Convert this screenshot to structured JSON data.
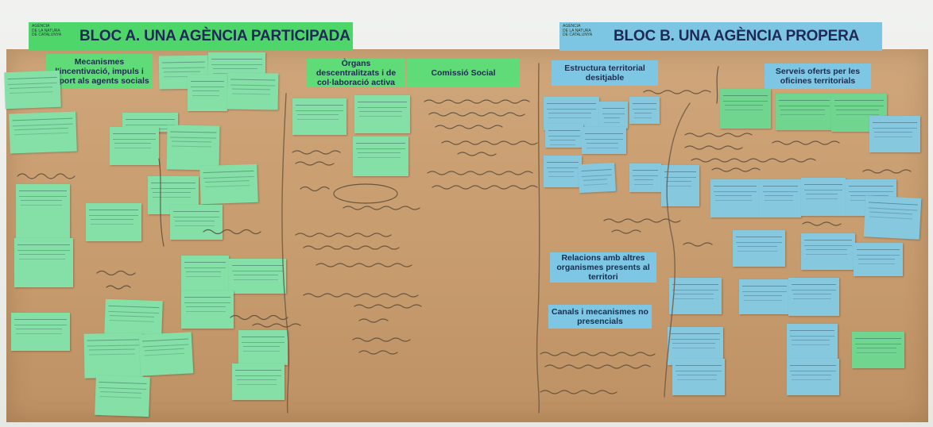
{
  "bloc_a": {
    "logo_lines": [
      "AGÈNCIA",
      "DE LA NATURA",
      "DE CATALUNYA"
    ],
    "title": "BLOC A. UNA AGÈNCIA  PARTICIPADA"
  },
  "bloc_b": {
    "logo_lines": [
      "AGÈNCIA",
      "DE LA NATURA",
      "DE CATALUNYA"
    ],
    "title": "BLOC B. UNA AGÈNCIA     PROPERA"
  },
  "headers": {
    "mecanismes": "Mecanismes l'incentivació, impuls i suport als agents socials",
    "organs": "Òrgans descentralitzats i de col·laboració activa",
    "comissio": "Comissió Social",
    "estructura": "Estructura territorial desitjable",
    "serveis": "Serveis oferts per les oficines territorials",
    "relacions": "Relacions amb altres organismes presents al territori",
    "canals": "Canals i mecanismes no presencials"
  },
  "colors": {
    "kraft_paper": "#c69b6d",
    "banner_green": "#4fd66b",
    "banner_blue": "#7cc6e4",
    "note_green": "#84e0a6",
    "note_blue": "#86c9df",
    "ink": "#5a4a3a"
  }
}
